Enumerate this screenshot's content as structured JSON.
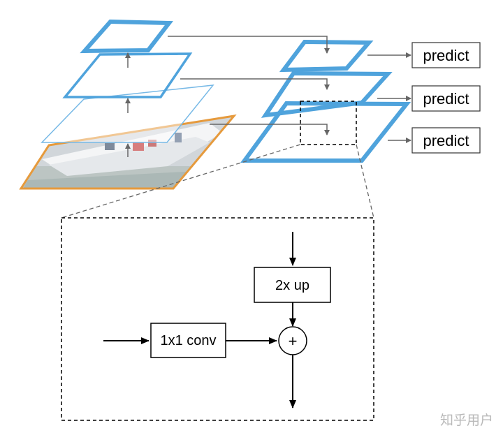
{
  "predict_labels": [
    "predict",
    "predict",
    "predict"
  ],
  "detail": {
    "upsample_label": "2x up",
    "lateral_label": "1x1 conv",
    "merge_symbol": "+"
  },
  "watermark": "知乎用户",
  "colors": {
    "pyramid_blue": "#4fa3dc",
    "image_orange": "#e69a3c",
    "arrow_gray": "#666666"
  }
}
